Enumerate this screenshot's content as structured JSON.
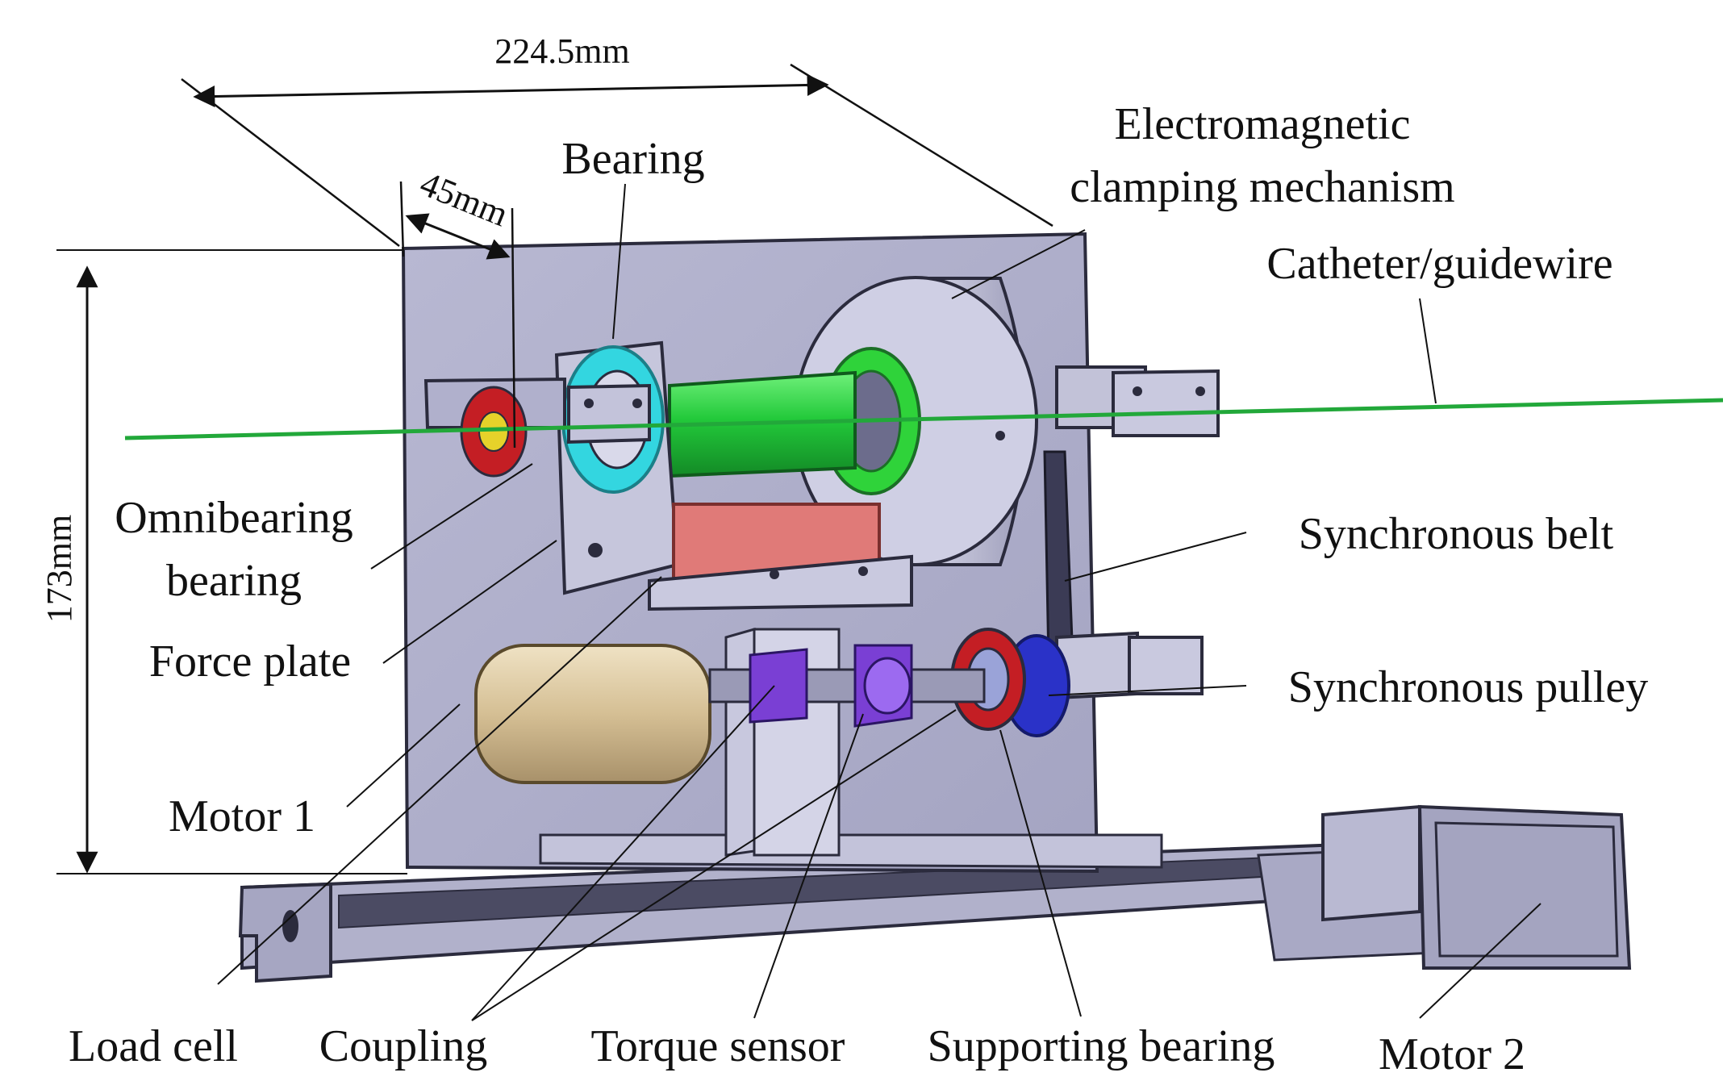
{
  "dimensions": {
    "width": "224.5mm",
    "depth": "45mm",
    "height": "173mm"
  },
  "labels": {
    "bearing": "Bearing",
    "electromagnetic_1": "Electromagnetic",
    "electromagnetic_2": "clamping mechanism",
    "catheter": "Catheter/guidewire",
    "omnibearing_1": "Omnibearing",
    "omnibearing_2": "bearing",
    "sync_belt": "Synchronous belt",
    "force_plate": "Force plate",
    "sync_pulley": "Synchronous pulley",
    "motor1": "Motor 1",
    "load_cell": "Load cell",
    "coupling": "Coupling",
    "torque_sensor": "Torque sensor",
    "supporting_bearing": "Supporting bearing",
    "motor2": "Motor 2"
  },
  "colors": {
    "frame": "#b9b9d4",
    "frame_dark": "#6f6f8a",
    "guidewire": "#22a83a",
    "green_tube": "#2fd33a",
    "cyan_bearing": "#33d6e0",
    "force_plate": "#e07a78",
    "motor1": "#d8c39a",
    "coupling": "#7a3fd4",
    "pulley_blue": "#2a32c8",
    "red_ring": "#c41e24"
  }
}
